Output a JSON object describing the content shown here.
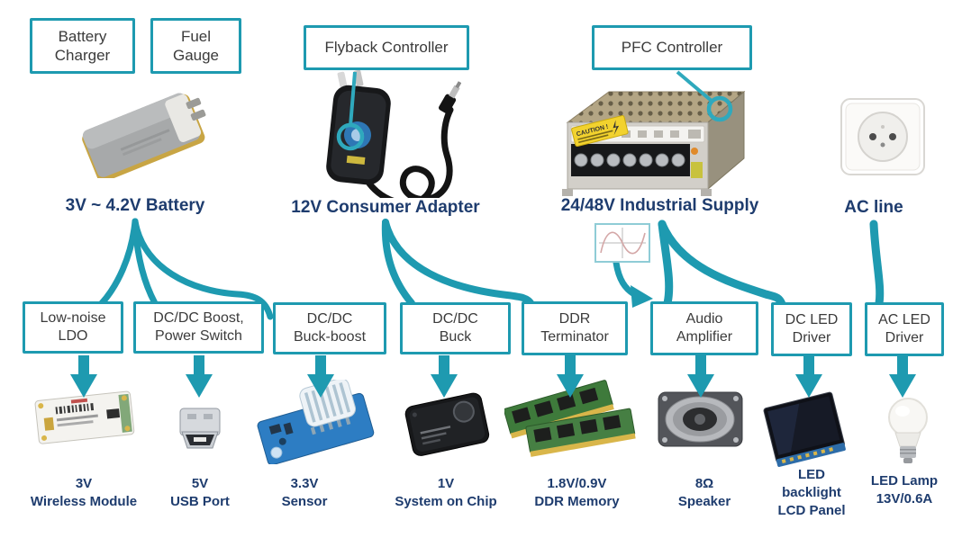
{
  "colors": {
    "accent_teal": "#1e9ab0",
    "heading_navy": "#1e3c6e",
    "box_text_gray": "#3b3b3b",
    "background": "#ffffff"
  },
  "controllers": {
    "battery_charger": {
      "lines": [
        "Battery",
        "Charger"
      ]
    },
    "fuel_gauge": {
      "lines": [
        "Fuel",
        "Gauge"
      ]
    },
    "flyback": {
      "label": "Flyback Controller"
    },
    "pfc": {
      "label": "PFC Controller"
    }
  },
  "sources": {
    "battery": {
      "label": "3V ~ 4.2V Battery"
    },
    "adapter": {
      "label": "12V Consumer Adapter"
    },
    "industrial": {
      "label": "24/48V Industrial Supply"
    },
    "ac_line": {
      "label": "AC line"
    }
  },
  "converters": [
    {
      "lines": [
        "Low-noise",
        "LDO"
      ]
    },
    {
      "lines": [
        "DC/DC Boost,",
        "Power Switch"
      ]
    },
    {
      "lines": [
        "DC/DC",
        "Buck-boost"
      ]
    },
    {
      "lines": [
        "DC/DC",
        "Buck"
      ]
    },
    {
      "lines": [
        "DDR",
        "Terminator"
      ]
    },
    {
      "lines": [
        "Audio",
        "Amplifier"
      ]
    },
    {
      "lines": [
        "DC LED",
        "Driver"
      ]
    },
    {
      "lines": [
        "AC LED",
        "Driver"
      ]
    }
  ],
  "loads": [
    {
      "lines": [
        "3V",
        "Wireless Module"
      ]
    },
    {
      "lines": [
        "5V",
        "USB Port"
      ]
    },
    {
      "lines": [
        "3.3V",
        "Sensor"
      ]
    },
    {
      "lines": [
        "1V",
        "System on Chip"
      ]
    },
    {
      "lines": [
        "1.8V/0.9V",
        "DDR Memory"
      ]
    },
    {
      "lines": [
        "8Ω",
        "Speaker"
      ]
    },
    {
      "lines": [
        "LED",
        "backlight",
        "LCD Panel"
      ]
    },
    {
      "lines": [
        "LED Lamp",
        "13V/0.6A"
      ]
    }
  ],
  "images": {
    "supply_caution": "CAUTION !"
  },
  "icons": {
    "ac_waveform": "sine-wave-icon"
  },
  "connections": [
    {
      "from": "3V ~ 4.2V Battery",
      "to": "Low-noise LDO"
    },
    {
      "from": "3V ~ 4.2V Battery",
      "to": "DC/DC Boost, Power Switch"
    },
    {
      "from": "3V ~ 4.2V Battery",
      "to": "DC/DC Buck-boost"
    },
    {
      "from": "12V Consumer Adapter",
      "to": "DC/DC Buck"
    },
    {
      "from": "12V Consumer Adapter",
      "to": "DDR Terminator"
    },
    {
      "from": "24/48V Industrial Supply",
      "to": "Audio Amplifier"
    },
    {
      "from": "24/48V Industrial Supply",
      "to": "DC LED Driver"
    },
    {
      "from": "AC line",
      "to": "AC LED Driver"
    },
    {
      "from": "Low-noise LDO",
      "to": "3V Wireless Module"
    },
    {
      "from": "DC/DC Boost, Power Switch",
      "to": "5V USB Port"
    },
    {
      "from": "DC/DC Buck-boost",
      "to": "3.3V Sensor"
    },
    {
      "from": "DC/DC Buck",
      "to": "1V System on Chip"
    },
    {
      "from": "DDR Terminator",
      "to": "1.8V/0.9V DDR Memory"
    },
    {
      "from": "Audio Amplifier",
      "to": "8Ω Speaker"
    },
    {
      "from": "DC LED Driver",
      "to": "LED backlight LCD Panel"
    },
    {
      "from": "AC LED Driver",
      "to": "LED Lamp 13V/0.6A"
    }
  ]
}
